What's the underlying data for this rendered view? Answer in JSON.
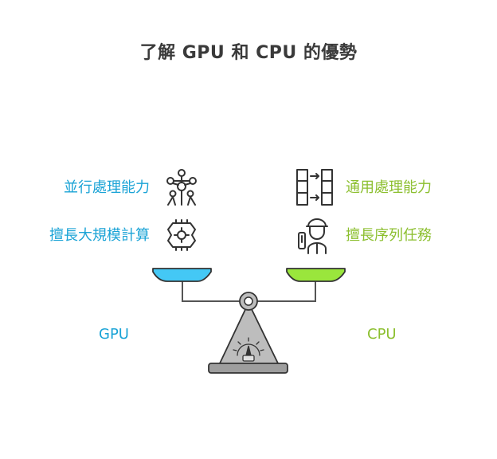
{
  "title": "了解 GPU 和 CPU 的優勢",
  "left": {
    "name": "GPU",
    "items": [
      {
        "label": "並行處理能力",
        "icon": "network-nodes-icon"
      },
      {
        "label": "擅長大規模計算",
        "icon": "processor-chip-icon"
      }
    ],
    "color": "#1aa3d6"
  },
  "right": {
    "name": "CPU",
    "items": [
      {
        "label": "通用處理能力",
        "icon": "sequence-blocks-icon"
      },
      {
        "label": "擅長序列任務",
        "icon": "worker-icon"
      }
    ],
    "color": "#8cbf2f"
  }
}
